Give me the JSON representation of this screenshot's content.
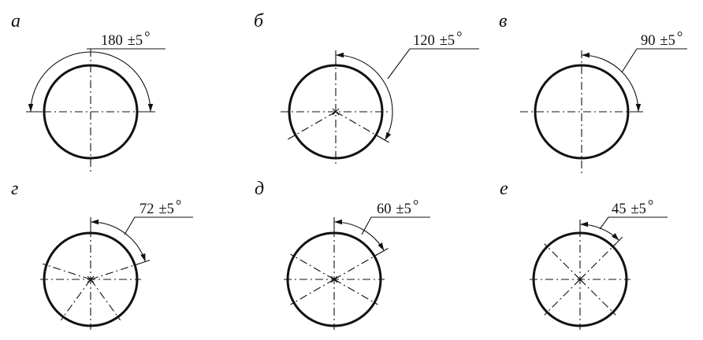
{
  "panels": [
    {
      "id": "a",
      "label": "а",
      "angle": 180,
      "dimension": "180",
      "tolerance": "±5",
      "degree": "°"
    },
    {
      "id": "b",
      "label": "б",
      "angle": 120,
      "dimension": "120",
      "tolerance": "±5",
      "degree": "°"
    },
    {
      "id": "v",
      "label": "в",
      "angle": 90,
      "dimension": "90",
      "tolerance": "±5",
      "degree": "°"
    },
    {
      "id": "g",
      "label": "г",
      "angle": 72,
      "dimension": "72",
      "tolerance": "±5",
      "degree": "°"
    },
    {
      "id": "d",
      "label": "д",
      "angle": 60,
      "dimension": "60",
      "tolerance": "±5",
      "degree": "°"
    },
    {
      "id": "e",
      "label": "е",
      "angle": 45,
      "dimension": "45",
      "tolerance": "±5",
      "degree": "°"
    }
  ]
}
